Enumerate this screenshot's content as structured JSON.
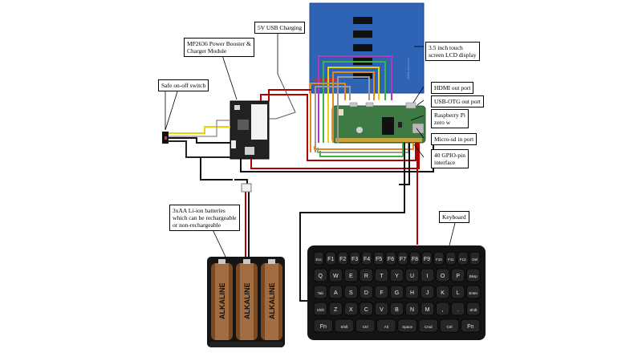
{
  "labels": {
    "usb_charging": "5V USB Charging",
    "power_module": "MP2636 Power Booster &\nCharger Module",
    "switch": "Safe on-off switch",
    "lcd": "3.5 inch touch\nscreen LCD display",
    "hdmi": "HDMI out port",
    "usb_otg": "USB-OTG out port",
    "raspberry": "Raspberry Pi\nzero w",
    "microsd": "Micro-sd in port",
    "gpio": "40 GPIO-pin\ninterface",
    "keyboard": "Keyboard",
    "batteries": "3xAA Li-ion batteries\nwhich can be rechargeable\nor non-rechargeable"
  },
  "battery_brand": "ALKALINE",
  "keyboard_keys": {
    "row1": [
      "Esc",
      "F1",
      "F2",
      "F3",
      "F4",
      "F5",
      "F6",
      "F7",
      "F8",
      "F9",
      "F10",
      "F11",
      "F12",
      "Del"
    ],
    "row2": [
      "Q",
      "W",
      "E",
      "R",
      "T",
      "Y",
      "U",
      "I",
      "O",
      "P",
      "Bksp"
    ],
    "row3": [
      "Tab",
      "A",
      "S",
      "D",
      "F",
      "G",
      "H",
      "J",
      "K",
      "L",
      "Enter"
    ],
    "row4": [
      "Shift",
      "Z",
      "X",
      "C",
      "V",
      "B",
      "N",
      "M",
      ",",
      ".",
      "Shift"
    ],
    "row5": [
      "Fn",
      "Shift",
      "Ctrl",
      "Alt",
      "Space",
      "Cmd",
      "Ctrl",
      "Fn"
    ]
  },
  "colors": {
    "lcd_blue": "#2e63b5",
    "pcb_green": "#3d7a44",
    "wire_red": "#b00000",
    "wire_black": "#111111",
    "wire_yellow": "#e8d400",
    "wire_green": "#3cb34a",
    "wire_purple": "#b03ab8",
    "wire_orange": "#e08a1e",
    "wire_gray": "#9a9a9a"
  }
}
